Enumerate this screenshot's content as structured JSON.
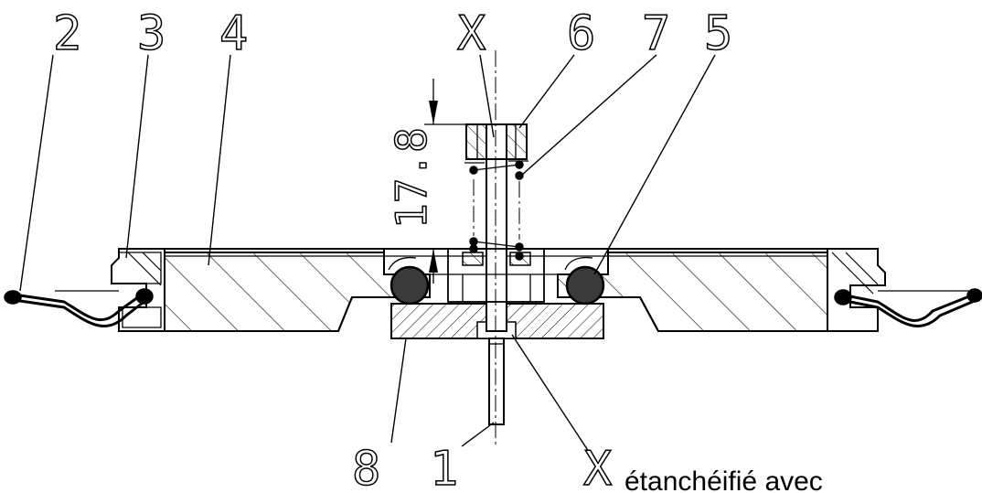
{
  "callouts": [
    {
      "id": "2",
      "label": "2"
    },
    {
      "id": "3",
      "label": "3"
    },
    {
      "id": "4",
      "label": "4"
    },
    {
      "id": "x-top",
      "label": "X"
    },
    {
      "id": "6",
      "label": "6"
    },
    {
      "id": "7",
      "label": "7"
    },
    {
      "id": "5",
      "label": "5"
    },
    {
      "id": "8",
      "label": "8"
    },
    {
      "id": "1",
      "label": "1"
    },
    {
      "id": "x-bottom",
      "label": "X"
    }
  ],
  "dimension": {
    "value": "17.8"
  },
  "note": {
    "text": "étanchéifié avec"
  }
}
